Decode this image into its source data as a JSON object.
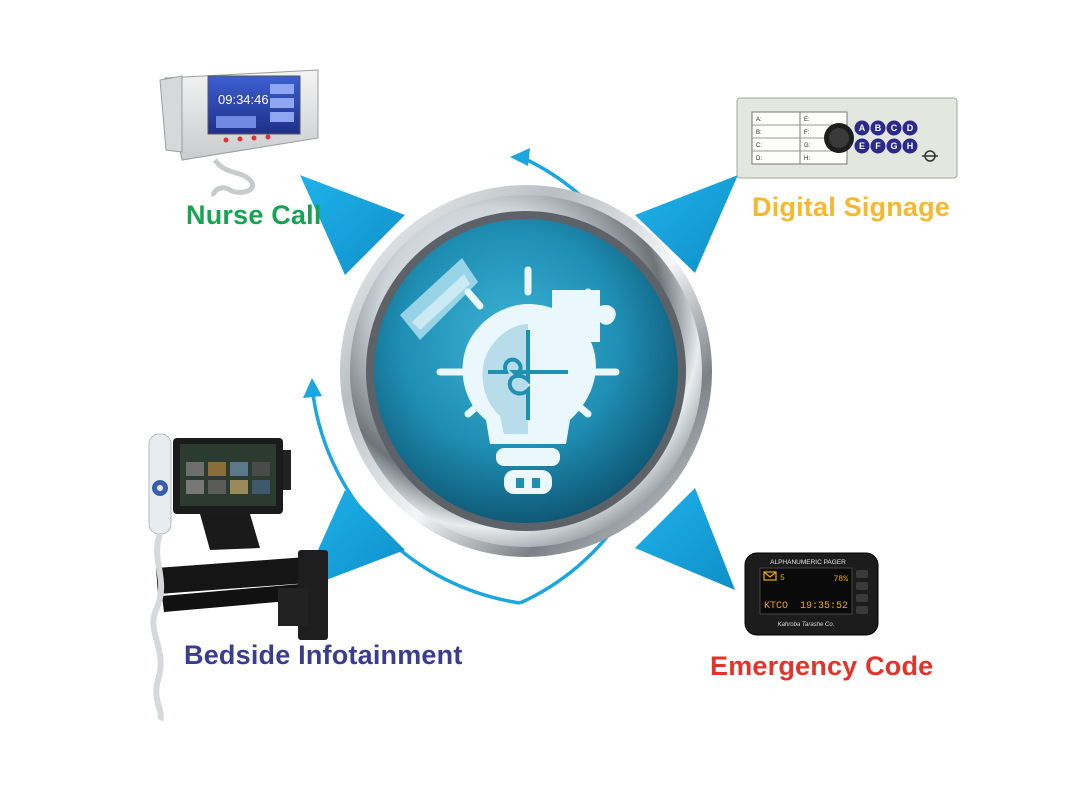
{
  "colors": {
    "arrow_blue": "#1aa7e0",
    "center_teal": "#1f8fb4",
    "nurse_call": "#17a351",
    "digital_signage": "#f5b82e",
    "bedside_infotainment": "#3a3d8f",
    "emergency_code": "#e6332a"
  },
  "labels": {
    "nurse_call": "Nurse Call",
    "digital_signage": "Digital Signage",
    "bedside_infotainment": "Bedside Infotainment",
    "emergency_code": "Emergency Code"
  },
  "center": {
    "icon": "lightbulb-puzzle-icon"
  },
  "devices": {
    "nurse_call": {
      "icon": "nurse-call-console-icon",
      "screen_time": "09:34:46"
    },
    "digital_signage": {
      "icon": "signage-panel-icon",
      "buttons": [
        "A",
        "B",
        "C",
        "D",
        "E",
        "F",
        "G",
        "H"
      ],
      "slots": [
        "A:",
        "E:",
        "B:",
        "F:",
        "C:",
        "G:",
        "D:",
        "H:"
      ]
    },
    "bedside_infotainment": {
      "icon": "bedside-terminal-icon"
    },
    "emergency_code": {
      "icon": "alphanumeric-pager-icon",
      "title": "ALPHANUMERIC PAGER",
      "message_count": "5",
      "battery": "78%",
      "code": "KTCO",
      "time": "19:35:52",
      "brand": "Kahroba Tarashe Co."
    }
  }
}
